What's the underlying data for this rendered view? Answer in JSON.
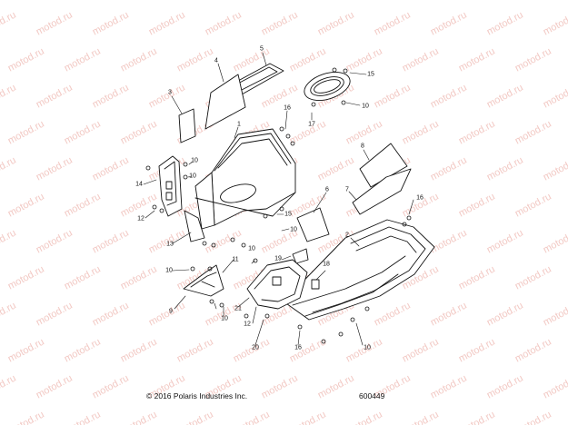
{
  "watermark": {
    "text": "motod.ru",
    "color": "#f2c9c4"
  },
  "callouts": {
    "c1": "1",
    "c2": "2",
    "c3": "3",
    "c4": "4",
    "c5": "5",
    "c6": "6",
    "c7": "7",
    "c8": "8",
    "c9": "9",
    "c10a": "10",
    "c10b": "10",
    "c10c": "10",
    "c10d": "10",
    "c10e": "10",
    "c10f": "10",
    "c10g": "10",
    "c11": "11",
    "c12a": "12",
    "c12b": "12",
    "c13": "13",
    "c14": "14",
    "c15a": "15",
    "c15b": "15",
    "c16a": "16",
    "c16b": "16",
    "c16c": "16",
    "c17": "17",
    "c18": "18",
    "c19": "19",
    "c20": "20",
    "c21": "21"
  },
  "footer": {
    "copyright": "© 2016 Polaris Industries Inc.",
    "diagram_number": "600449"
  }
}
